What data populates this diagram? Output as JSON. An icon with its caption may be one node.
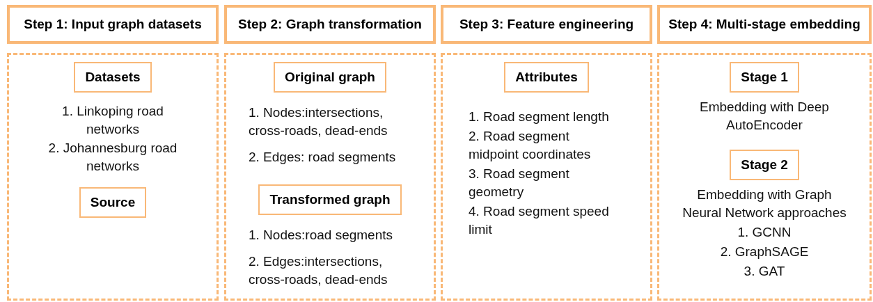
{
  "diagram": {
    "nodes": [
      {
        "text": [
          "Step 1: Input graph datasets"
        ]
      },
      {
        "text": [],
        "shape": "box"
      },
      {
        "text": [
          "Datasets"
        ],
        "in": 1,
        "beside": [
          "1. Linkoping road networks",
          "2. Johannesburg road networks"
        ]
      },
      {
        "text": [
          "Source"
        ],
        "in": 1
      },
      {
        "text": [
          "Step 2: Graph transformation"
        ]
      },
      {
        "text": [],
        "shape": "box"
      },
      {
        "text": [
          "Original graph"
        ],
        "in": 5,
        "beside": [
          "1. Nodes:intersections, cross-roads, dead-ends",
          "2. Edges: road segments"
        ]
      },
      {
        "text": [
          "Transformed graph"
        ],
        "in": 5,
        "beside": [
          "1. Nodes:road segments",
          "2. Edges:intersections, cross-roads, dead-ends"
        ]
      },
      {
        "text": [
          "Step 3: Feature engineering"
        ]
      },
      {
        "text": [],
        "shape": "box"
      },
      {
        "text": [
          "Attributes"
        ],
        "in": 9,
        "beside": [
          "1. Road segment length",
          "2. Road segment midpoint coordinates",
          "3. Road segment geometry",
          "4. Road segment speed limit"
        ]
      },
      {
        "text": [
          "Step 4: Multi-stage embedding"
        ]
      },
      {
        "text": [],
        "shape": "box"
      },
      {
        "text": [
          "Stage 1"
        ],
        "in": 12,
        "beside": [
          "Embedding with Deep AutoEncoder"
        ]
      },
      {
        "text": [
          "Stage 2"
        ],
        "in": 12,
        "beside": [
          "Embedding with Graph Neural Network approaches",
          "1. GCNN",
          "2. GraphSAGE",
          "3. GAT"
        ]
      }
    ],
    "edges": []
  }
}
